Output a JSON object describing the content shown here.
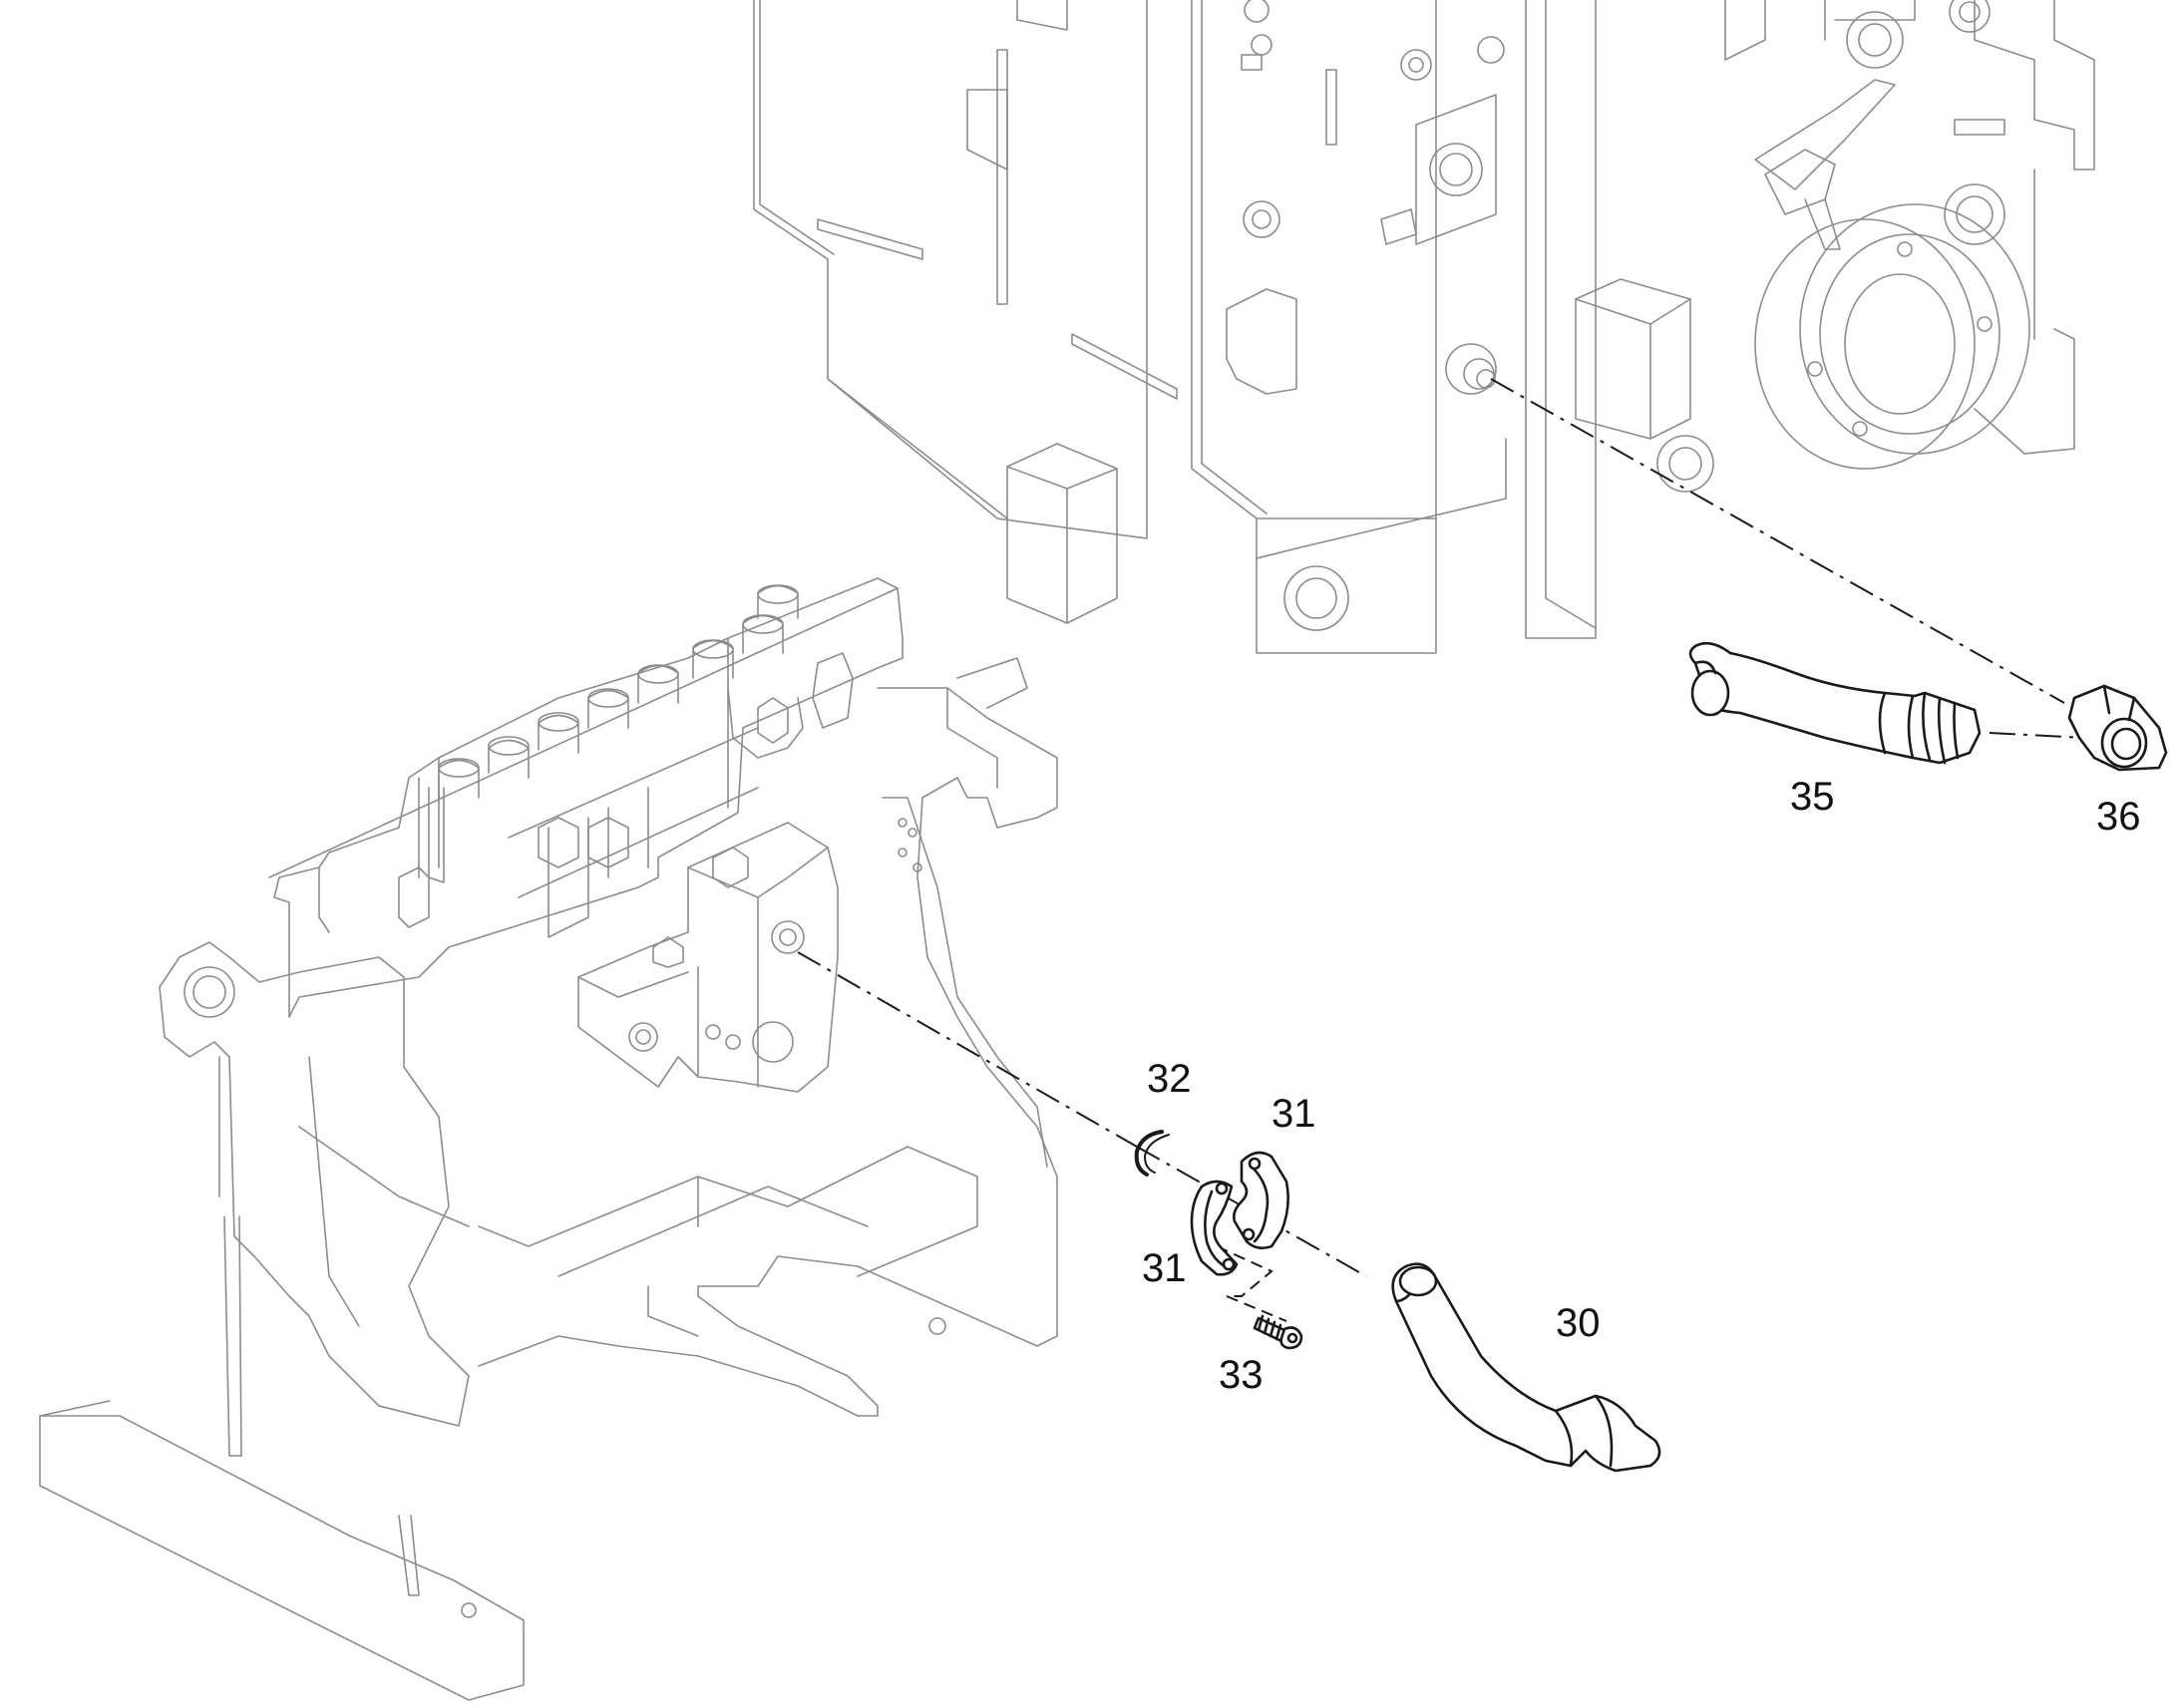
{
  "callouts": [
    {
      "id": "c30",
      "label": "30"
    },
    {
      "id": "c31a",
      "label": "31"
    },
    {
      "id": "c31b",
      "label": "31"
    },
    {
      "id": "c32",
      "label": "32"
    },
    {
      "id": "c33",
      "label": "33"
    },
    {
      "id": "c35",
      "label": "35"
    },
    {
      "id": "c36",
      "label": "36"
    }
  ]
}
